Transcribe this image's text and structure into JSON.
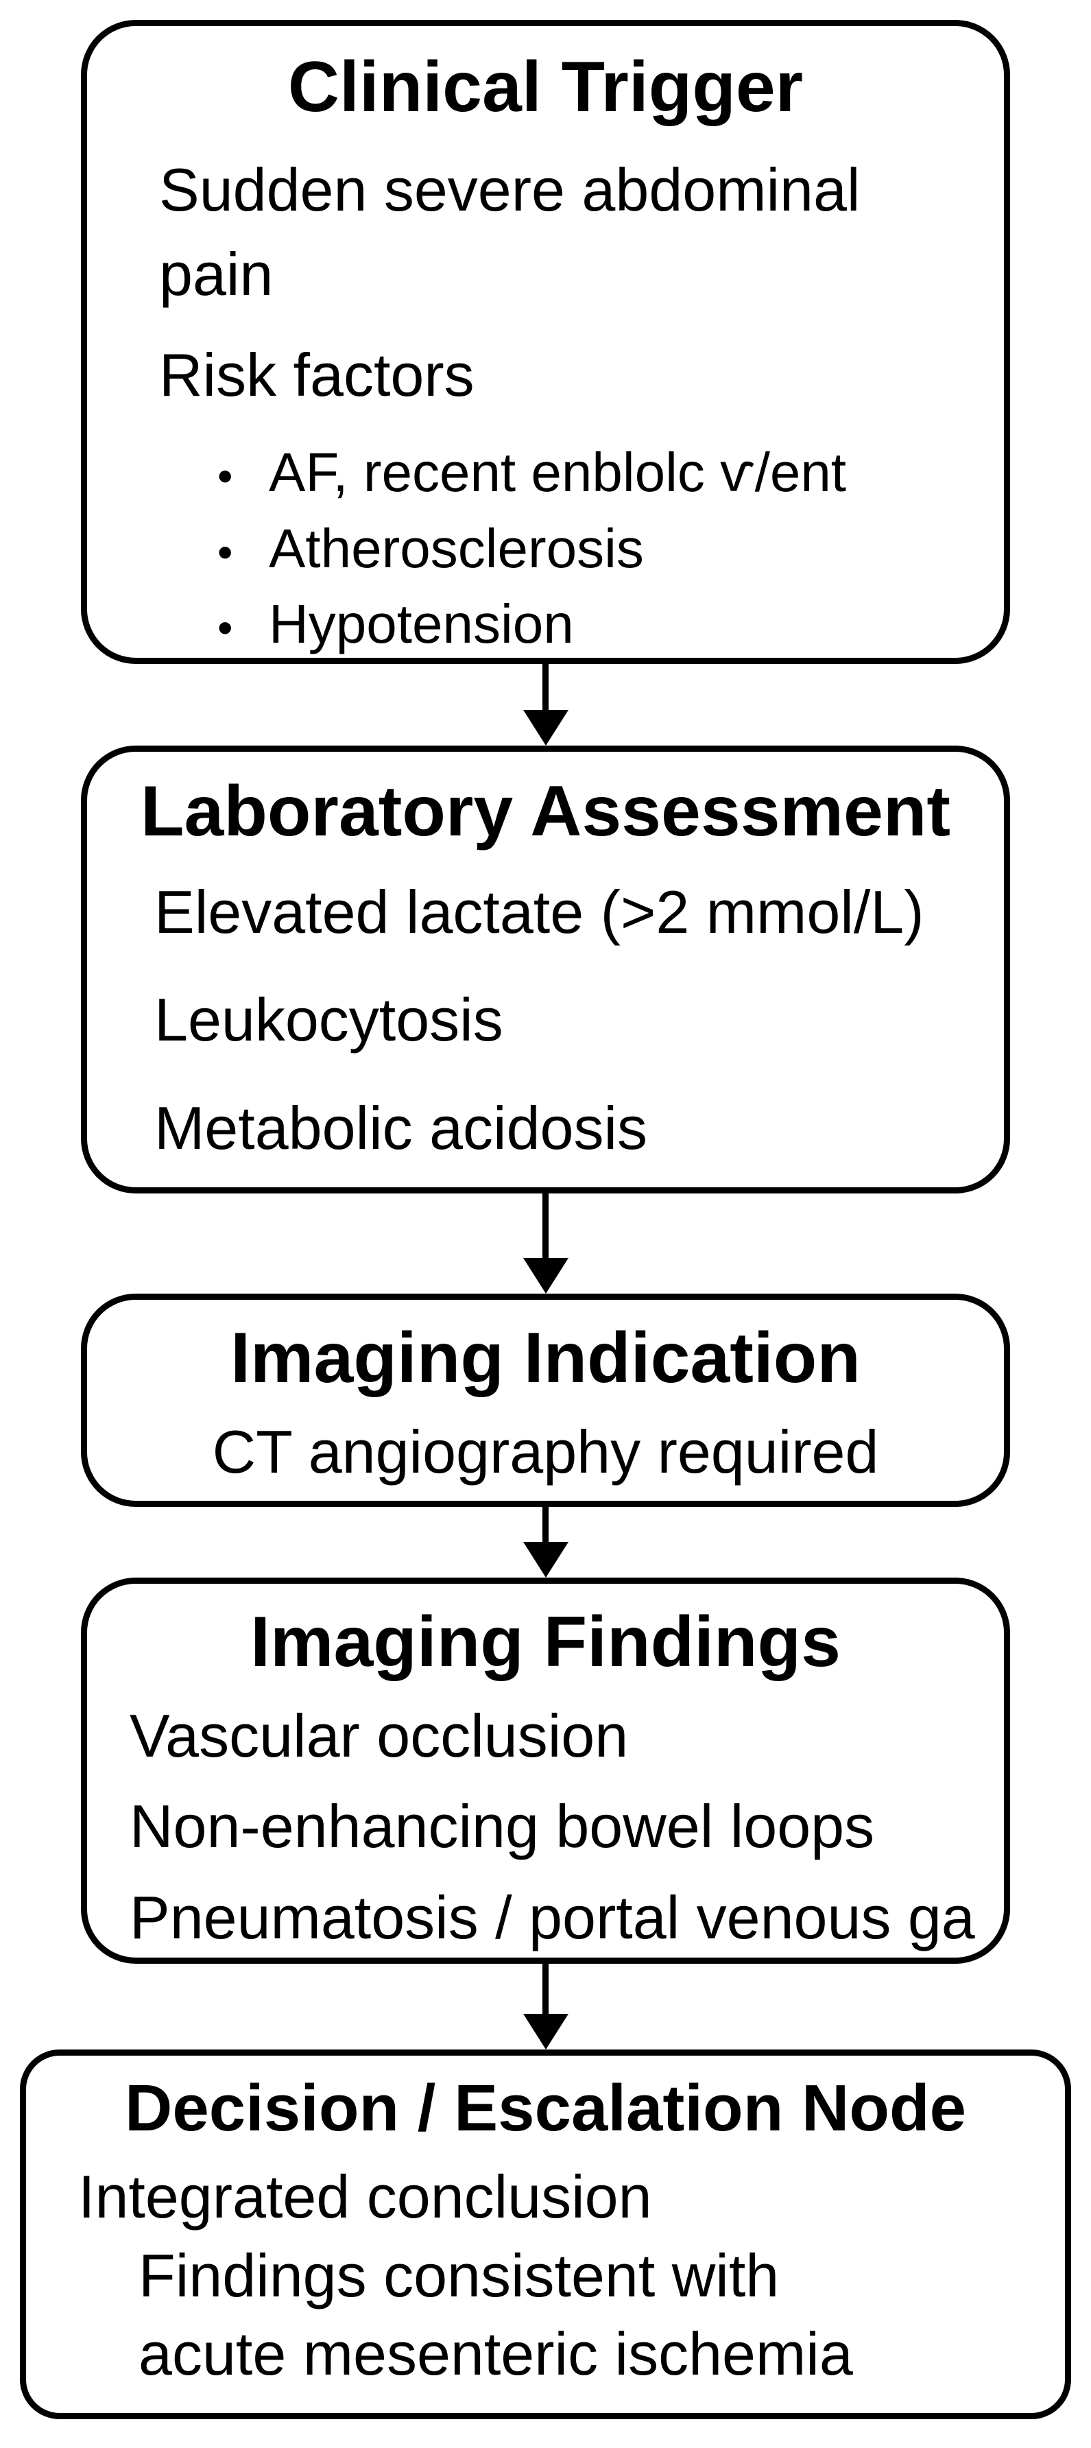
{
  "figure": {
    "background_color": "#ffffff",
    "line_color": "#000000",
    "bullet_glyph": "•",
    "nodes": [
      {
        "id": "clinical-trigger",
        "title": "Clinical Trigger",
        "lines": [
          "Sudden severe abdominal pain",
          "Risk factors"
        ],
        "bullets": [
          "AF, recent enblolc ѵ/ent",
          "Atherosclerosis",
          "Hypotension"
        ]
      },
      {
        "id": "laboratory-assessment",
        "title": "Laboratory Assessment",
        "lines": [
          "Elevated lactate (>2 mmol/L)",
          "Leukocytosis",
          "Metabolic acidosis"
        ]
      },
      {
        "id": "imaging-indication",
        "title": "Imaging Indication",
        "lines": [
          "CT angiography required"
        ]
      },
      {
        "id": "imaging-findings",
        "title": "Imaging Findings",
        "lines": [
          "Vascular occlusion",
          "Non-enhancing bowel loops",
          "Pneumatosis / portal venous ga"
        ]
      },
      {
        "id": "decision-escalation-node",
        "title": "Decision / Escalation Node",
        "lines": [
          "Integrated conclusion"
        ],
        "indented_lines": [
          "Findings consistent with",
          "acute mesenteric ischemia"
        ]
      }
    ]
  }
}
